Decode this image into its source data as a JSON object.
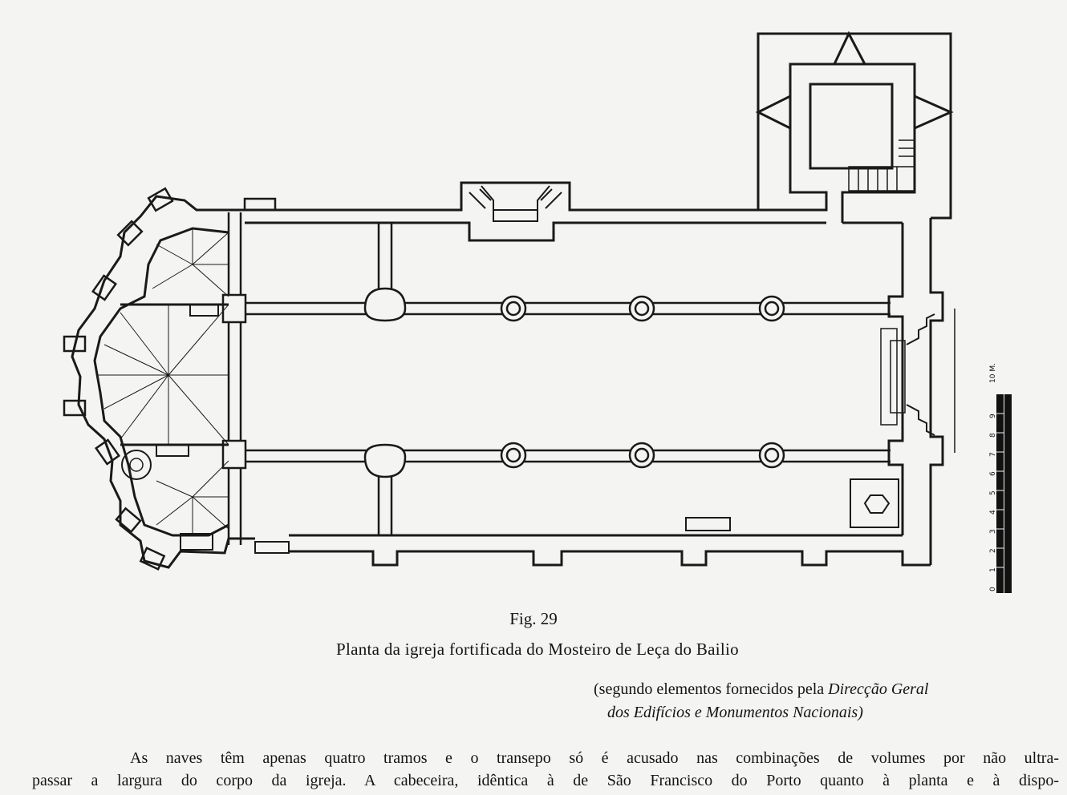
{
  "figure": {
    "number": "Fig. 29",
    "caption": "Planta da igreja fortificada do Mosteiro de Leça do Bailio",
    "source_prefix": "(segundo elementos fornecidos pela ",
    "source_org_line1": "Direcção Geral",
    "source_org_line2": "dos Edifícios e Monumentos Nacionais)",
    "scale_label": "10 M.",
    "scale_ticks": [
      "0",
      "1",
      "2",
      "3",
      "4",
      "5",
      "6",
      "7",
      "8",
      "9"
    ]
  },
  "body": {
    "line1": "As naves têm apenas quatro tramos e o transepo só é acusado nas combinações de volumes por não ultra-",
    "line2": "passar a largura do corpo da igreja. A cabeceira, idêntica à de São Francisco do Porto quanto à planta e à dispo-"
  }
}
